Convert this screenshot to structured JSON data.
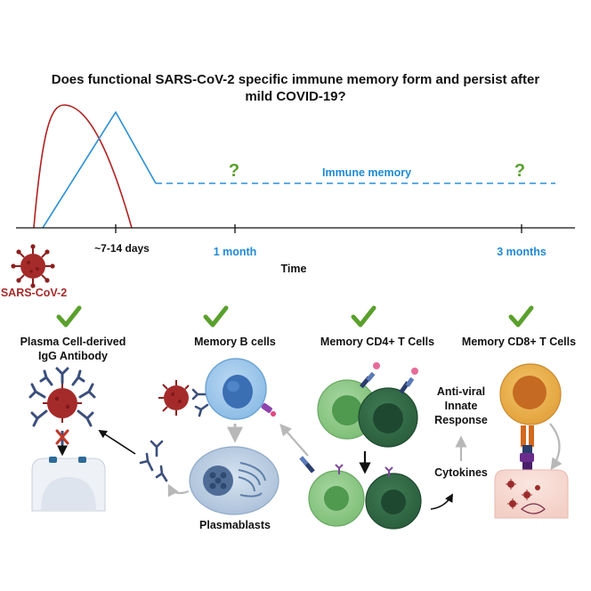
{
  "title": {
    "line1": "Does functional SARS-CoV-2 specific immune memory form and persist after",
    "line2": "mild COVID-19?"
  },
  "timeline": {
    "tick_days": "~7-14 days",
    "tick_1month": "1 month",
    "tick_3months": "3 months",
    "axis_label": "Time",
    "memory_label": "Immune memory",
    "question_marks": [
      "?",
      "?"
    ],
    "virus_label": "SARS-CoV-2"
  },
  "panels": {
    "plasma": {
      "line1": "Plasma Cell-derived",
      "line2": "IgG Antibody"
    },
    "memory_b": {
      "label": "Memory B cells"
    },
    "cd4": {
      "label": "Memory CD4+ T Cells"
    },
    "cd8": {
      "label": "Memory CD8+ T Cells"
    }
  },
  "annotations": {
    "plasmablasts": "Plasmablasts",
    "antiviral_line1": "Anti-viral",
    "antiviral_line2": "Innate",
    "antiviral_line3": "Response",
    "cytokines": "Cytokines"
  },
  "colors": {
    "virus": "#a52a2a",
    "antibody_curve": "#b22222",
    "tcell_curve": "#2a8fd6",
    "memory_text": "#1f8ad6",
    "check": "#5aa02c",
    "question": "#5aa02c"
  },
  "icons": [
    "virus-icon",
    "check-icon",
    "antibody-icon",
    "b-cell-icon",
    "t-cell-icon",
    "plasmablast-icon",
    "host-cell-icon"
  ]
}
